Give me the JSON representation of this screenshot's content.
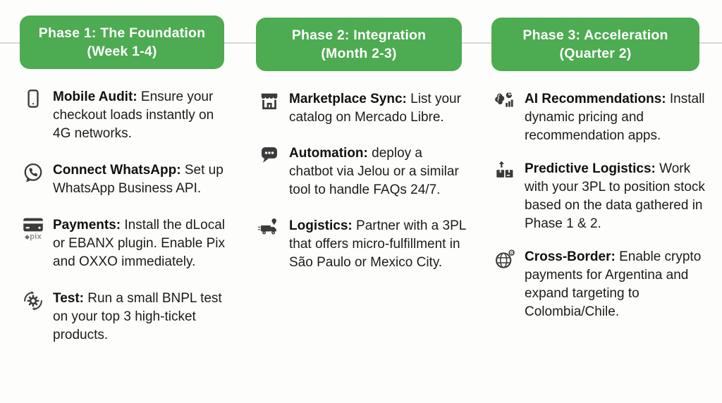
{
  "page": {
    "background": "#fdfdfb",
    "accent_green": "#4dab51",
    "text_color": "#1c1c1c",
    "icon_color": "#3b3b3b",
    "connector_color": "#d8d8d8"
  },
  "phases": [
    {
      "title_line1": "Phase 1: The Foundation",
      "title_line2": "(Week 1-4)",
      "items": [
        {
          "icon": "smartphone-icon",
          "label": "Mobile Audit:",
          "text": "Ensure your checkout loads instantly on 4G networks."
        },
        {
          "icon": "whatsapp-icon",
          "label": "Connect WhatsApp:",
          "text": "Set up WhatsApp Business API."
        },
        {
          "icon": "payment-card-icon",
          "icon_caption_mark": "◆",
          "icon_caption": "pix",
          "label": "Payments:",
          "text": "Install the dLocal or EBANX plugin. Enable Pix and OXXO immediately."
        },
        {
          "icon": "gear-refresh-icon",
          "label": "Test:",
          "text": "Run a small BNPL test on your top 3 high-ticket products."
        }
      ]
    },
    {
      "title_line1": "Phase 2: Integration",
      "title_line2": "(Month 2-3)",
      "items": [
        {
          "icon": "storefront-icon",
          "label": "Marketplace Sync:",
          "text": "List your catalog on Mercado Libre."
        },
        {
          "icon": "chat-dots-icon",
          "label": "Automation:",
          "text": "deploy a chatbot via Jelou or a similar tool to handle FAQs 24/7."
        },
        {
          "icon": "delivery-truck-pin-icon",
          "label": "Logistics:",
          "text": "Partner with a 3PL that offers micro-fulfillment in São Paulo or Mexico City."
        }
      ]
    },
    {
      "title_line1": "Phase 3: Acceleration",
      "title_line2": "(Quarter 2)",
      "items": [
        {
          "icon": "ai-brain-analytics-icon",
          "label": "AI Recommendations:",
          "text": "Install dynamic pricing and recommendation apps."
        },
        {
          "icon": "boxes-up-arrow-icon",
          "label": "Predictive Logistics:",
          "text": "Work with your 3PL to position stock based on the data gathered in Phase 1 & 2."
        },
        {
          "icon": "globe-crypto-icon",
          "label": "Cross-Border:",
          "text": "Enable crypto payments for Argentina and expand targeting to Colombia/Chile."
        }
      ]
    }
  ]
}
